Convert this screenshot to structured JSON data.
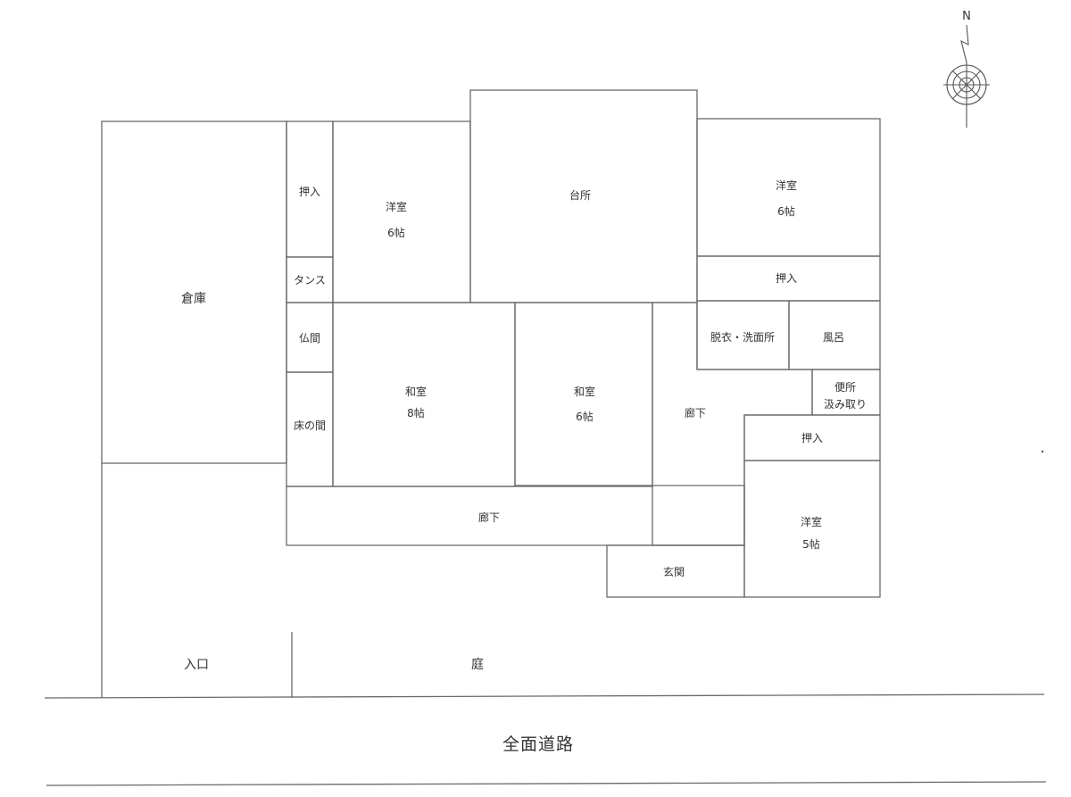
{
  "rooms": {
    "storage": "倉庫",
    "closet_left": "押入",
    "tansu": "タンス",
    "butsuma": "仏間",
    "tokonoma": "床の間",
    "western_nw": "洋室",
    "western_nw_size": "6帖",
    "kitchen": "台所",
    "western_ne": "洋室",
    "western_ne_size": "6帖",
    "closet_ne": "押入",
    "dressing": "脱衣・洗面所",
    "bath": "風呂",
    "toilet": "便所",
    "toilet_type": "汲み取り",
    "japanese_8": "和室",
    "japanese_8_size": "8帖",
    "japanese_6": "和室",
    "japanese_6_size": "6帖",
    "hall_east": "廊下",
    "closet_se": "押入",
    "western_se": "洋室",
    "western_se_size": "5帖",
    "hall_south": "廊下",
    "entrance": "玄関",
    "gate": "入口",
    "garden": "庭",
    "road": "全面道路"
  },
  "compass": {
    "north_label": "N"
  },
  "colors": {
    "line": "#6a6a6a",
    "text": "#333333"
  }
}
